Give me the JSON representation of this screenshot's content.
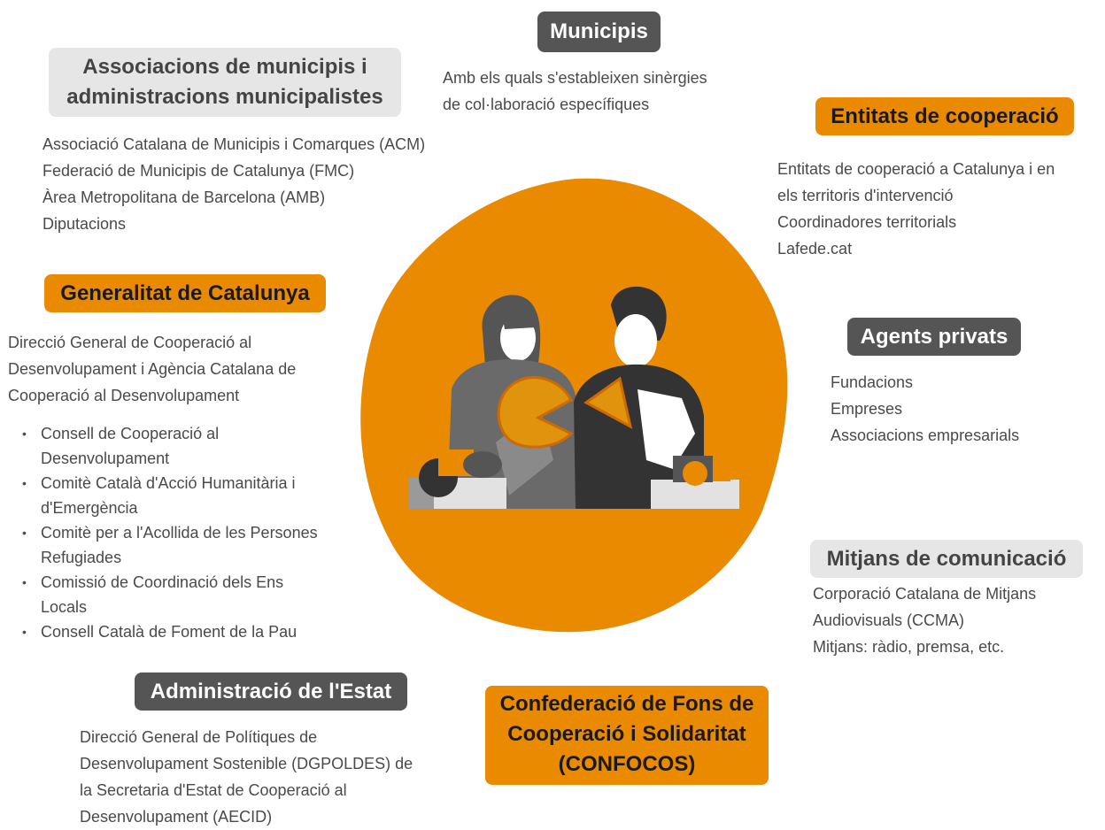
{
  "municipis": {
    "title": "Municipis",
    "lines": [
      "Amb els quals s'estableixen sinèrgies",
      "de col·laboració específiques"
    ]
  },
  "associacions": {
    "title_lines": [
      "Associacions de municipis i",
      "administracions municipalistes"
    ],
    "lines": [
      "Associació Catalana de Municipis i Comarques (ACM)",
      "Federació de Municipis de Catalunya (FMC)",
      "Àrea Metropolitana de Barcelona (AMB)",
      "Diputacions"
    ]
  },
  "entitats": {
    "title": "Entitats de cooperació",
    "lines": [
      "Entitats de cooperació a Catalunya i en",
      "els territoris d'intervenció",
      "Coordinadores territorials",
      "Lafede.cat"
    ]
  },
  "generalitat": {
    "title": "Generalitat de Catalunya",
    "lines": [
      "Direcció General de Cooperació al",
      "Desenvolupament i Agència Catalana de",
      "Cooperació al Desenvolupament"
    ],
    "bullets": [
      [
        "Consell de Cooperació al",
        "Desenvolupament"
      ],
      [
        "Comitè Català d'Acció Humanitària i",
        "d'Emergència"
      ],
      [
        "Comitè per a l'Acollida de les Persones",
        "Refugiades"
      ],
      [
        "Comissió de Coordinació dels Ens",
        "Locals"
      ],
      [
        "Consell Català de Foment de la Pau"
      ]
    ]
  },
  "agents": {
    "title": "Agents privats",
    "lines": [
      "Fundacions",
      "Empreses",
      "Associacions empresarials"
    ]
  },
  "mitjans": {
    "title": "Mitjans de comunicació",
    "lines": [
      "Corporació Catalana de Mitjans",
      "Audiovisuals (CCMA)",
      "Mitjans: ràdio, premsa, etc."
    ]
  },
  "estat": {
    "title": "Administració de l'Estat",
    "lines": [
      "Direcció General de Polítiques de",
      "Desenvolupament Sostenible (DGPOLDES) de",
      "la Secretaria d'Estat de Cooperació al",
      "Desenvolupament (AECID)"
    ]
  },
  "confocos": {
    "title_lines": [
      "Confederació de Fons de",
      "Cooperació i Solidaritat",
      "(CONFOCOS)"
    ]
  },
  "colors": {
    "orange": "#ea8a00",
    "dark": "#555555",
    "light": "#e6e6e6",
    "text": "#4a4a4a"
  }
}
